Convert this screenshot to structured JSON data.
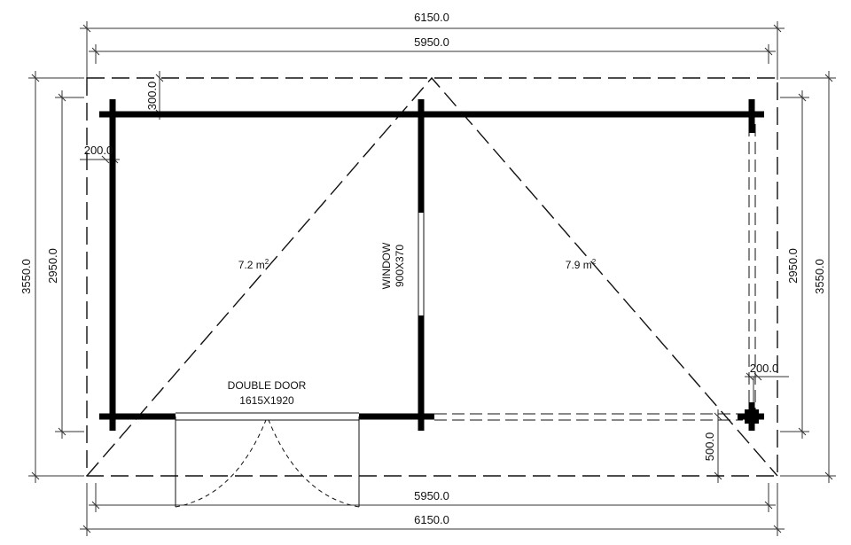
{
  "dimensions": {
    "top_outer": "6150.0",
    "top_inner": "5950.0",
    "bottom_inner": "5950.0",
    "bottom_outer": "6150.0",
    "left_outer": "3550.0",
    "left_inner": "2950.0",
    "right_inner": "2950.0",
    "right_outer": "3550.0",
    "overhang_top": "300.0",
    "wall_left": "200.0",
    "wall_right": "200.0",
    "overhang_bottom": "500.0"
  },
  "labels": {
    "room_left_area": "7.2 m",
    "room_right_area": "7.9 m",
    "area_unit_sup": "2",
    "window_line1": "WINDOW",
    "window_line2": "900X370",
    "door_line1": "DOUBLE DOOR",
    "door_line2": "1615X1920"
  }
}
